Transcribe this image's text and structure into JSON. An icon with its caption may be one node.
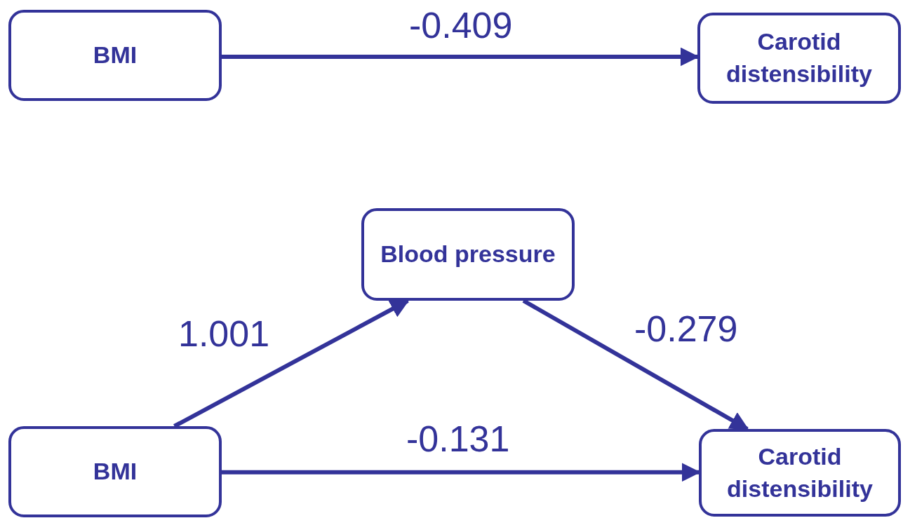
{
  "diagram": {
    "nodes": [
      {
        "text": [
          "BMI"
        ]
      },
      {
        "text": [
          "Carotid distensibility"
        ]
      },
      {
        "text": [
          "Blood pressure"
        ]
      },
      {
        "text": [
          "BMI"
        ]
      },
      {
        "text": [
          "Carotid distensibility"
        ]
      }
    ],
    "edges": [
      {
        "from": 0,
        "to": 1,
        "arrow": "to",
        "label": "-0.409"
      },
      {
        "from": 3,
        "to": 2,
        "arrow": "to",
        "label": "1.001"
      },
      {
        "from": 2,
        "to": 4,
        "arrow": "to",
        "label": "-0.279"
      },
      {
        "from": 3,
        "to": 4,
        "arrow": "to",
        "label": "-0.131"
      }
    ]
  }
}
